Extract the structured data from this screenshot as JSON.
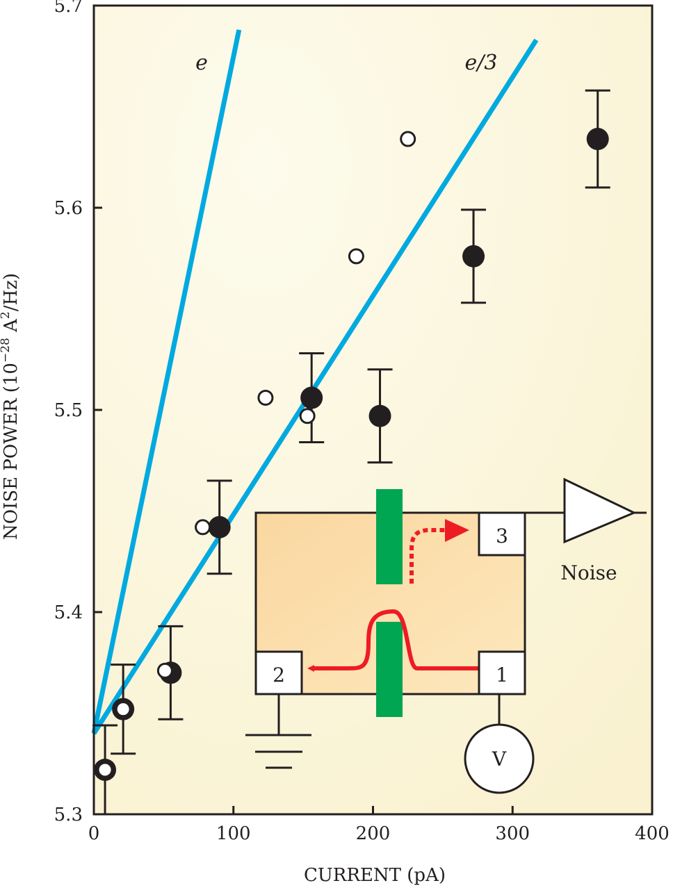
{
  "chart_data": {
    "type": "scatter",
    "xlabel": "CURRENT (pA)",
    "ylabel_parts": {
      "prefix": "NOISE POWER (10",
      "exp": "−28",
      "mid": " A",
      "sq": "2",
      "suffix": "/Hz)"
    },
    "xlim": [
      0,
      400
    ],
    "ylim": [
      5.3,
      5.7
    ],
    "x_ticks": [
      0,
      100,
      200,
      300,
      400
    ],
    "y_ticks": [
      5.3,
      5.4,
      5.5,
      5.6,
      5.7
    ],
    "y_tick_labels": [
      "5.3",
      "5.4",
      "5.5",
      "5.6",
      "5.7"
    ],
    "lines": [
      {
        "name": "e",
        "label": "e",
        "color": "#00a9e0",
        "x": [
          0,
          104
        ],
        "y": [
          5.34,
          5.688
        ]
      },
      {
        "name": "e-third",
        "label": "e/3",
        "color": "#00a9e0",
        "x": [
          0,
          317
        ],
        "y": [
          5.34,
          5.683
        ]
      }
    ],
    "series": [
      {
        "name": "filled",
        "style": "filled",
        "points": [
          {
            "x": 8,
            "y": 5.322,
            "err": 0.022
          },
          {
            "x": 21,
            "y": 5.352,
            "err": 0.022
          },
          {
            "x": 55,
            "y": 5.37,
            "err": 0.023
          },
          {
            "x": 90,
            "y": 5.442,
            "err": 0.023
          },
          {
            "x": 156,
            "y": 5.506,
            "err": 0.022
          },
          {
            "x": 205,
            "y": 5.497,
            "err": 0.023
          },
          {
            "x": 272,
            "y": 5.576,
            "err": 0.023
          },
          {
            "x": 361,
            "y": 5.634,
            "err": 0.024
          }
        ]
      },
      {
        "name": "open",
        "style": "open",
        "points": [
          {
            "x": 8,
            "y": 5.322
          },
          {
            "x": 21,
            "y": 5.352
          },
          {
            "x": 51,
            "y": 5.371
          },
          {
            "x": 78,
            "y": 5.442
          },
          {
            "x": 123,
            "y": 5.506
          },
          {
            "x": 153,
            "y": 5.497
          },
          {
            "x": 188,
            "y": 5.576
          },
          {
            "x": 225,
            "y": 5.634
          }
        ]
      }
    ]
  },
  "inset": {
    "terminal_1": "1",
    "terminal_2": "2",
    "terminal_3": "3",
    "source_label": "V",
    "amplifier_label": "Noise"
  },
  "colors": {
    "plot_background": "#fbf6da",
    "inset_fill": "#fbdba4",
    "line_blue": "#00a9e0",
    "gate_green": "#00a651",
    "arrow_red": "#ed1c24",
    "ink": "#231f20"
  }
}
